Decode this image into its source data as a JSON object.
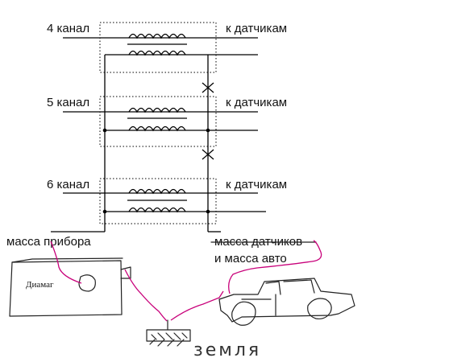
{
  "channels": [
    {
      "label": "4 канал",
      "sensor_label": "к датчикам"
    },
    {
      "label": "5 канал",
      "sensor_label": "к датчикам"
    },
    {
      "label": "6 канал",
      "sensor_label": "к датчикам"
    }
  ],
  "device_ground_label": "масса прибора",
  "sensor_ground_label_line1": "масса датчиков",
  "sensor_ground_label_line2": "и масса авто",
  "device_label": "Диамаг",
  "ground_label": "земля",
  "colors": {
    "ink": "#000000",
    "handdrawn": "#c8007a",
    "pencil": "#333333"
  }
}
